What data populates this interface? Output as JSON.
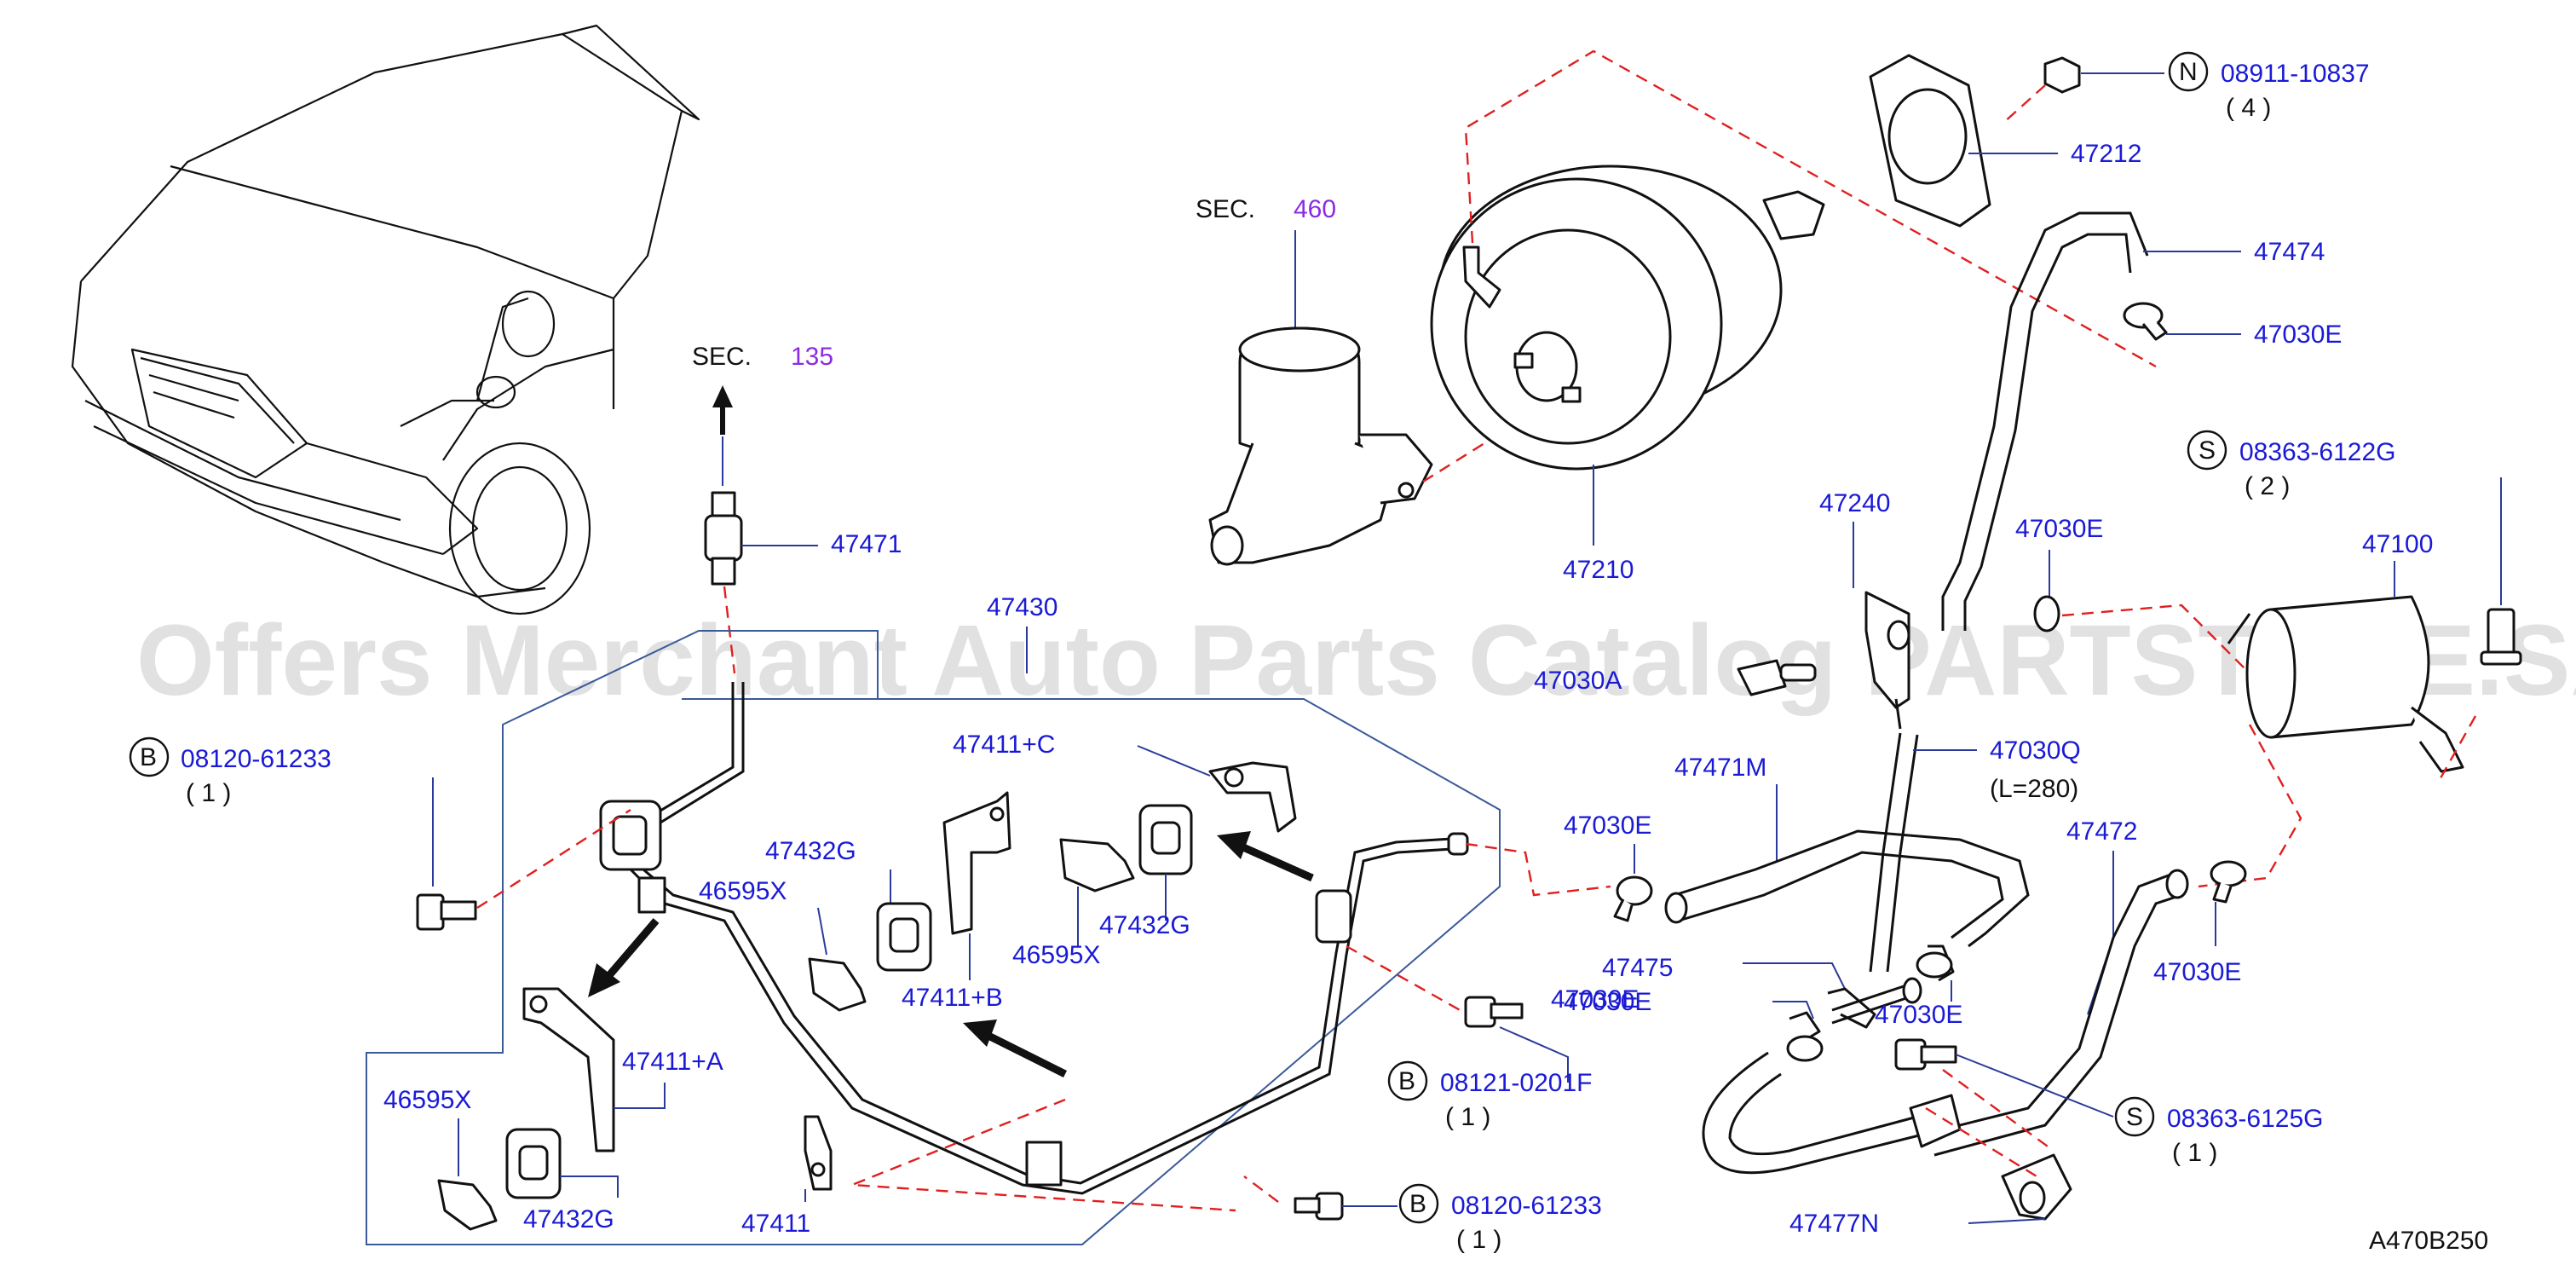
{
  "diagram": {
    "code": "A470B250",
    "watermark": "Offers Merchant Auto Parts Catalog PARTSTORE.SA",
    "sections": [
      {
        "prefix": "SEC.",
        "number": "135"
      },
      {
        "prefix": "SEC.",
        "number": "460"
      }
    ],
    "parts": {
      "p47471": "47471",
      "p47430": "47430",
      "p47411C": "47411+C",
      "p47432G_a": "47432G",
      "p46595X_a": "46595X",
      "p47432G_b": "47432G",
      "p46595X_b": "46595X",
      "p47411B": "47411+B",
      "p47411A": "47411+A",
      "p46595X_c": "46595X",
      "p47432G_c": "47432G",
      "p47411": "47411",
      "p47210": "47210",
      "p47212": "47212",
      "p47474": "47474",
      "p47030E_a": "47030E",
      "p47240": "47240",
      "p47030E_b": "47030E",
      "p47100": "47100",
      "p47030Q": "47030Q",
      "p47030Q_len": "(L=280)",
      "p47471M": "47471M",
      "p47030E_c": "47030E",
      "p47472": "47472",
      "p47475": "47475",
      "p47030E_d": "47030E",
      "p47030E_e": "47030E",
      "p47030E_f": "47030E",
      "p47477N": "47477N",
      "p47030A": "47030A"
    },
    "fasteners": [
      {
        "letter": "N",
        "part": "08911-10837",
        "qty": "( 4 )"
      },
      {
        "letter": "S",
        "part": "08363-6122G",
        "qty": "( 2 )"
      },
      {
        "letter": "B",
        "part": "08120-61233",
        "qty": "( 1 )"
      },
      {
        "letter": "B",
        "part": "08121-0201F",
        "qty": "( 1 )"
      },
      {
        "letter": "B",
        "part": "08120-61233",
        "qty": "( 1 )"
      },
      {
        "letter": "S",
        "part": "08363-6125G",
        "qty": "( 1 )"
      }
    ],
    "colors": {
      "label": "#1a1ad6",
      "section_number": "#8a2be2",
      "leader": "#2a3a9a",
      "dashed_reference": "#e02020",
      "outline": "#111111"
    }
  }
}
